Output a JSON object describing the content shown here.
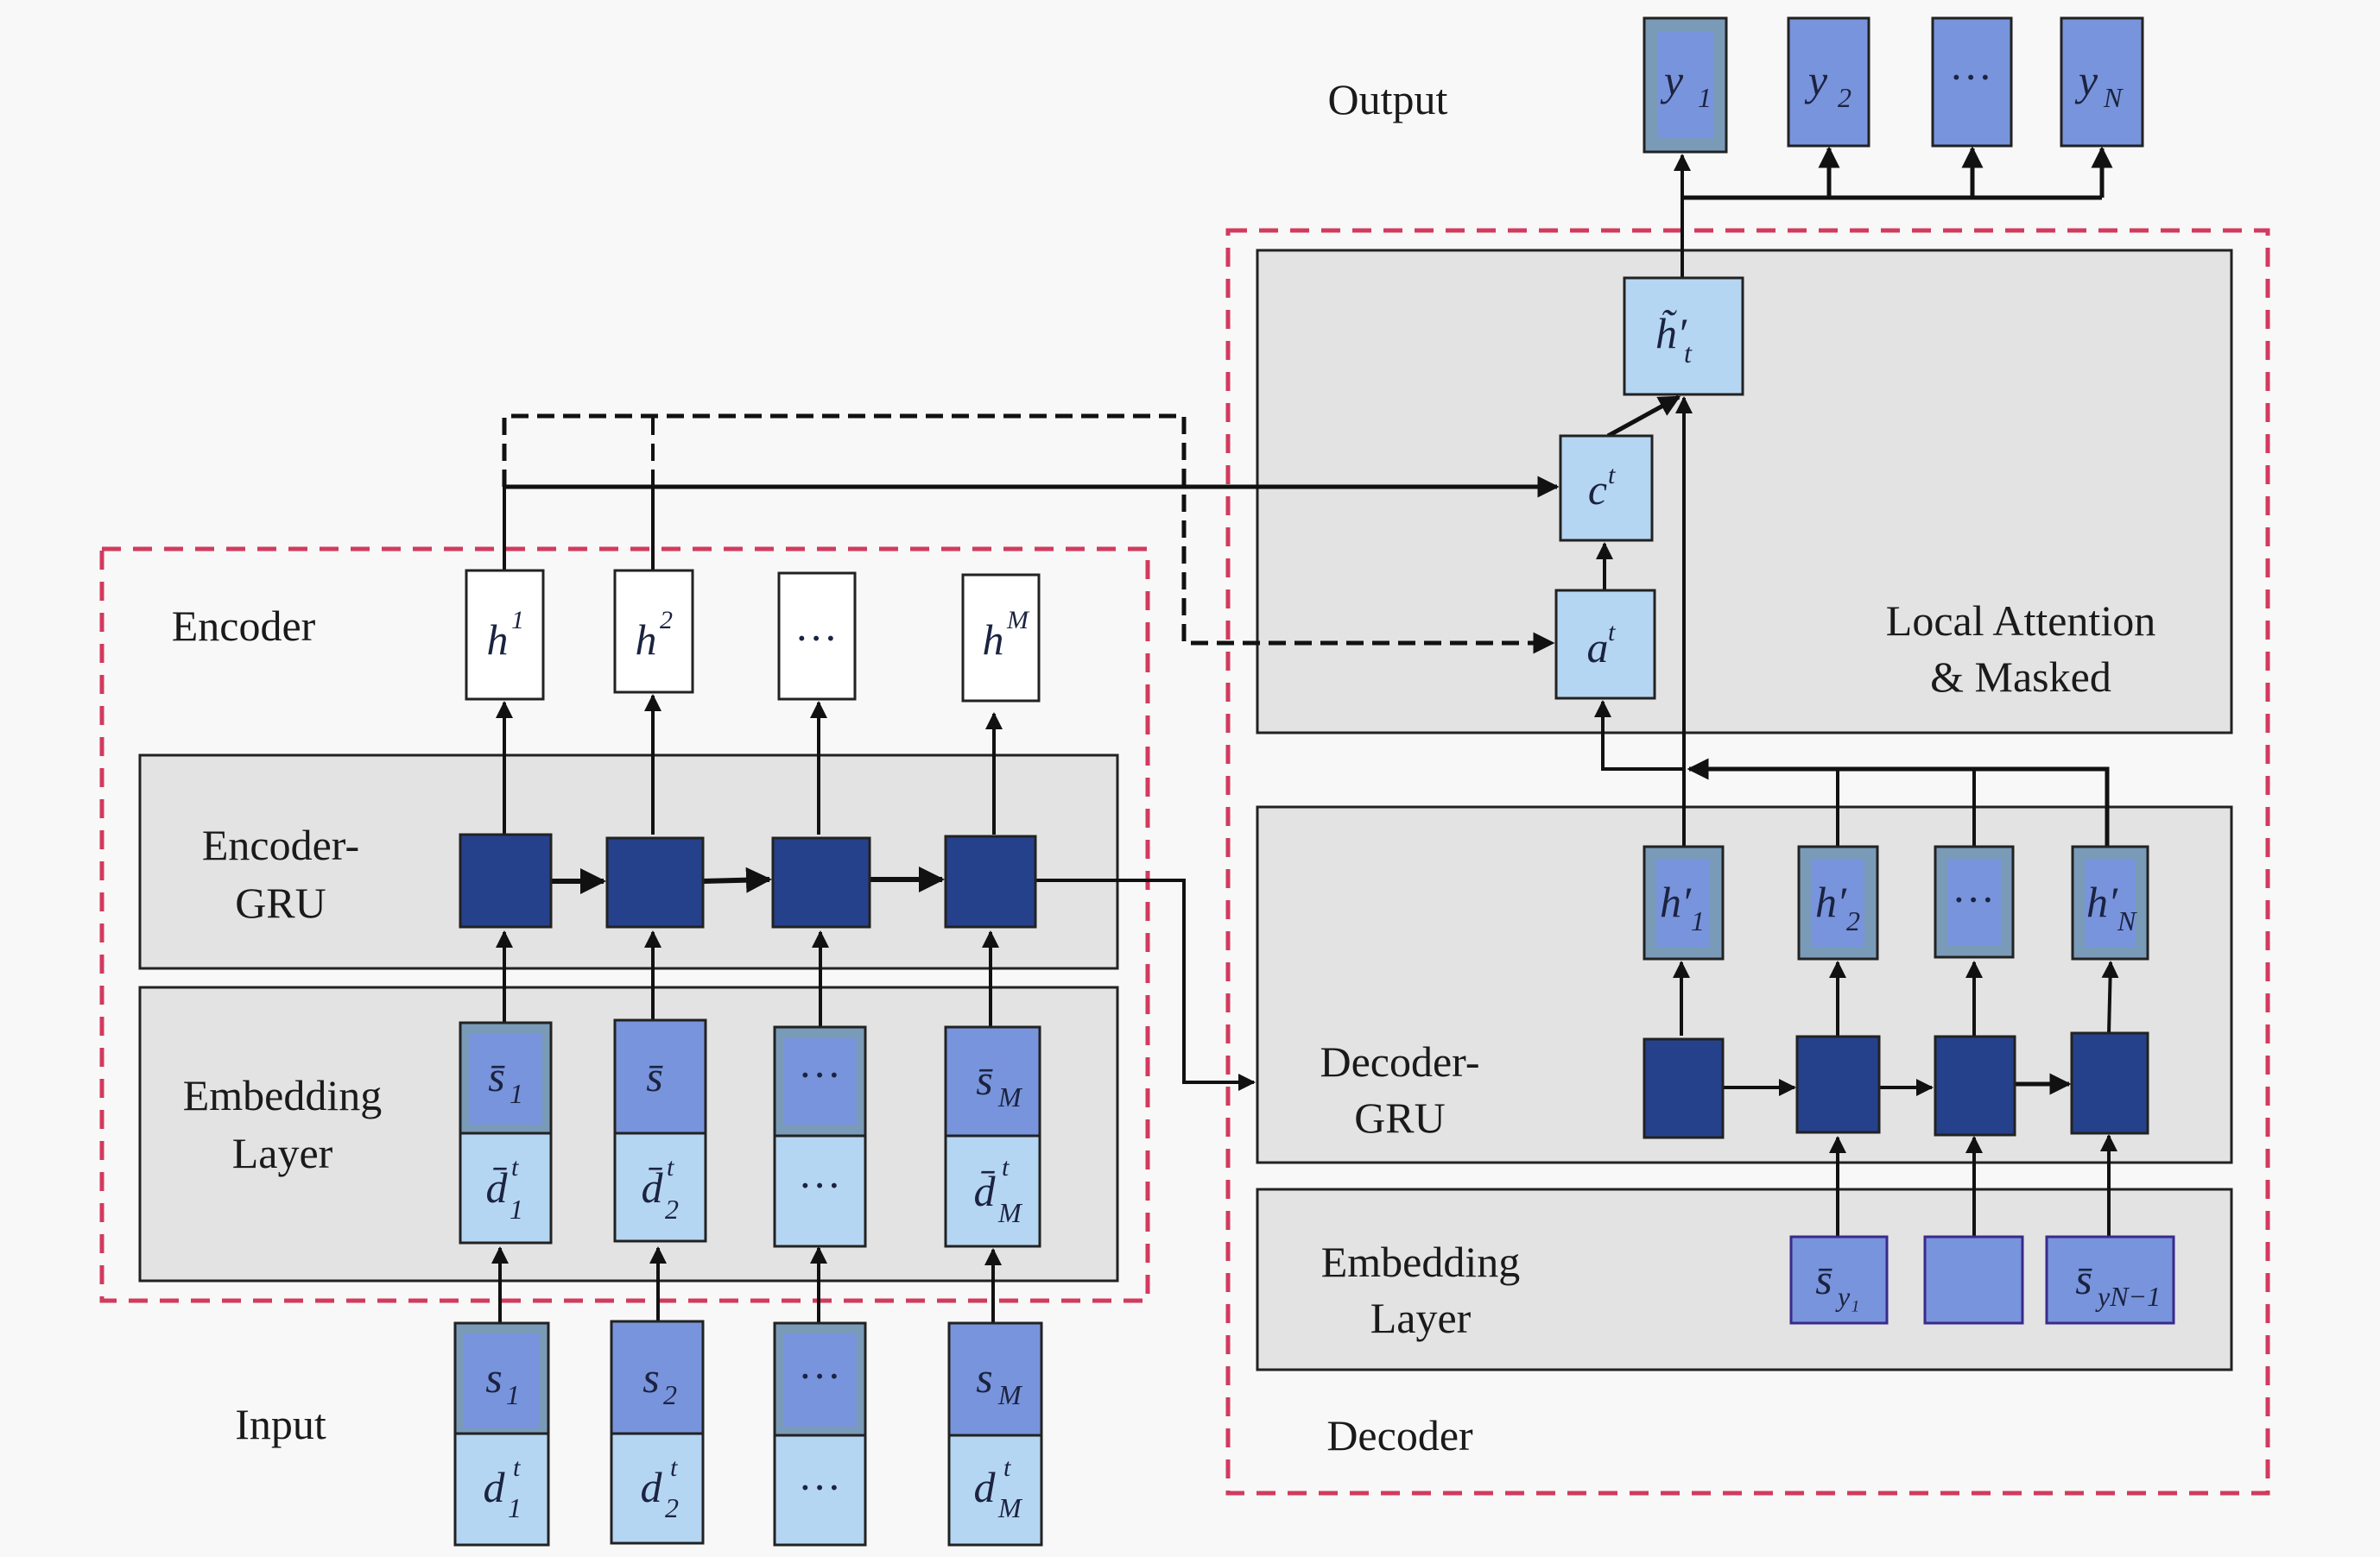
{
  "colors": {
    "background": "#f8f8f8",
    "panel": "#e3e3e3",
    "region_border": "#d23a5e",
    "gru_cell": "#26418c",
    "medium_box": "#7894dc",
    "light_box": "#b5d6f2",
    "hidden_box": "#ffffff",
    "line": "#111111"
  },
  "labels": {
    "output": "Output",
    "encoder": "Encoder",
    "encoder_gru_line1": "Encoder-",
    "encoder_gru_line2": "GRU",
    "encoder_embedding_line1": "Embedding",
    "encoder_embedding_line2": "Layer",
    "input": "Input",
    "attention_line1": "Local Attention",
    "attention_line2": "& Masked",
    "decoder_gru_line1": "Decoder-",
    "decoder_gru_line2": "GRU",
    "decoder_embedding_line1": "Embedding",
    "decoder_embedding_line2": "Layer",
    "decoder": "Decoder"
  },
  "outputs": [
    {
      "base": "y",
      "sub": "1"
    },
    {
      "base": "y",
      "sub": "2"
    },
    {
      "base": "…",
      "sub": ""
    },
    {
      "base": "y",
      "sub": "N"
    }
  ],
  "encoder_hidden": [
    {
      "base": "h",
      "sup": "1"
    },
    {
      "base": "h",
      "sup": "2"
    },
    {
      "base": "…",
      "sup": ""
    },
    {
      "base": "h",
      "sup": "M"
    }
  ],
  "encoder_embeddings": [
    {
      "top": {
        "base": "s̄",
        "sub": "1"
      },
      "bottom": {
        "base": "d̄",
        "sub": "1",
        "sup": "t"
      }
    },
    {
      "top": {
        "base": "s̄",
        "sub": ""
      },
      "bottom": {
        "base": "d̄",
        "sub": "2",
        "sup": "t"
      }
    },
    {
      "top": {
        "base": "…",
        "sub": ""
      },
      "bottom": {
        "base": "…",
        "sub": "",
        "sup": ""
      }
    },
    {
      "top": {
        "base": "s̄",
        "sub": "M"
      },
      "bottom": {
        "base": "d̄",
        "sub": "M",
        "sup": "t"
      }
    }
  ],
  "inputs": [
    {
      "top": {
        "base": "s",
        "sub": "1"
      },
      "bottom": {
        "base": "d",
        "sub": "1",
        "sup": "t"
      }
    },
    {
      "top": {
        "base": "s",
        "sub": "2"
      },
      "bottom": {
        "base": "d",
        "sub": "2",
        "sup": "t"
      }
    },
    {
      "top": {
        "base": "…",
        "sub": ""
      },
      "bottom": {
        "base": "…",
        "sub": "",
        "sup": ""
      }
    },
    {
      "top": {
        "base": "s",
        "sub": "M"
      },
      "bottom": {
        "base": "d",
        "sub": "M",
        "sup": "t"
      }
    }
  ],
  "attention": {
    "h_tilde": {
      "base": "h̃′",
      "sub": "t"
    },
    "context": {
      "base": "c",
      "sup": "t"
    },
    "alignment": {
      "base": "a",
      "sup": "t"
    }
  },
  "decoder_hidden": [
    {
      "base": "h′",
      "sub": "1"
    },
    {
      "base": "h′",
      "sub": "2"
    },
    {
      "base": "…",
      "sub": ""
    },
    {
      "base": "h′",
      "sub": "N"
    }
  ],
  "decoder_embeddings": [
    {
      "base": "s̄",
      "sub": "y₁"
    },
    {
      "base": "",
      "sub": ""
    },
    {
      "base": "s̄",
      "sub": "yN−1"
    }
  ]
}
